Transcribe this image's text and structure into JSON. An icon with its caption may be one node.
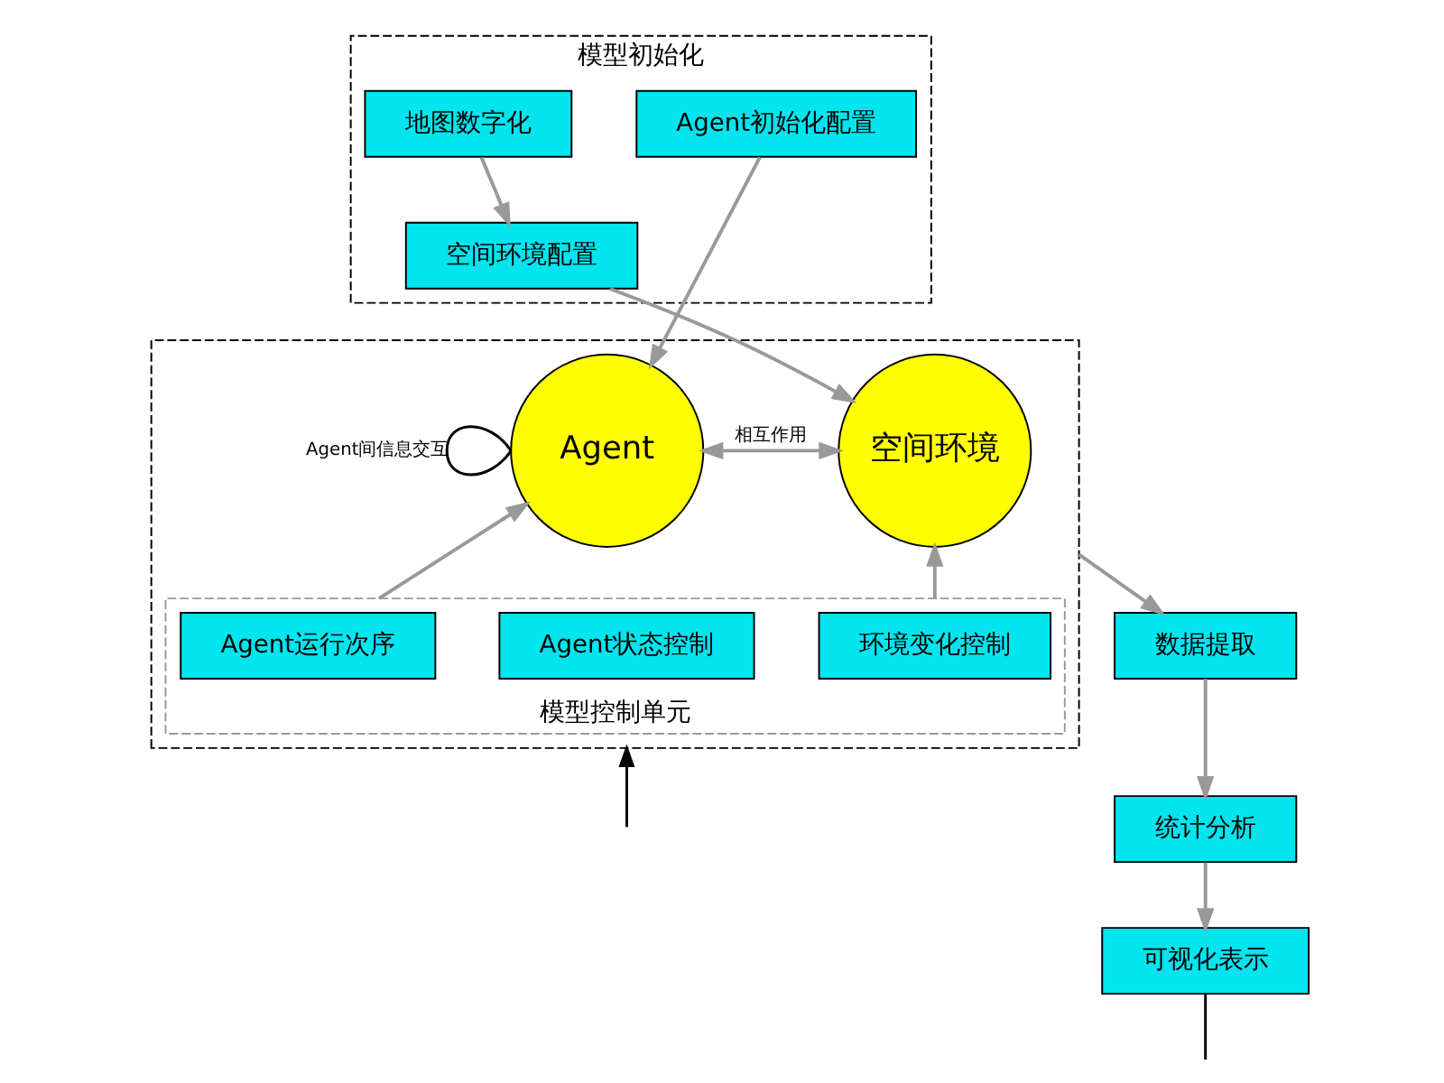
{
  "diagram": {
    "nodes": [
      {
        "text": [
          "模型初始化"
        ]
      },
      {
        "text": [
          "地图数字化"
        ],
        "in": 0
      },
      {
        "text": [
          "Agent初始化配置"
        ],
        "in": 0
      },
      {
        "text": [
          "空间环境配置"
        ],
        "in": 0
      },
      {
        "text": [],
        "shape": "box"
      },
      {
        "text": [
          "Agent"
        ],
        "in": 4
      },
      {
        "text": [
          "空间环境"
        ],
        "in": 4
      },
      {
        "text": [
          "模型控制单元"
        ],
        "in": 4
      },
      {
        "text": [
          "Agent运行次序"
        ],
        "in": 7
      },
      {
        "text": [
          "Agent状态控制"
        ],
        "in": 7
      },
      {
        "text": [
          "环境变化控制"
        ],
        "in": 7
      },
      {
        "text": [
          "数据提取"
        ]
      },
      {
        "text": [
          "统计分析"
        ]
      },
      {
        "text": [
          "可视化表示"
        ]
      }
    ],
    "edges": [
      {
        "from": 1,
        "to": 3,
        "arrow": "to"
      },
      {
        "from": 2,
        "to": 5,
        "arrow": "to"
      },
      {
        "from": 3,
        "to": 6,
        "arrow": "to"
      },
      {
        "from": 5,
        "to": 6,
        "arrow": "both",
        "label": "相互作用"
      },
      {
        "from": 5,
        "to": 5,
        "arrow": "none",
        "label": "Agent间信息交互",
        "color": "#000000"
      },
      {
        "from": 7,
        "to": 5,
        "arrow": "to"
      },
      {
        "from": 7,
        "to": 6,
        "arrow": "to"
      },
      {
        "from": 4,
        "to": 11,
        "arrow": "to"
      },
      {
        "from": 11,
        "to": 12,
        "arrow": "to"
      },
      {
        "from": 12,
        "to": 13,
        "arrow": "to"
      },
      {
        "from": null,
        "to": 4,
        "arrow": "to",
        "color": "#000000"
      },
      {
        "from": 13,
        "to": null,
        "arrow": "none",
        "color": "#000000"
      }
    ]
  }
}
